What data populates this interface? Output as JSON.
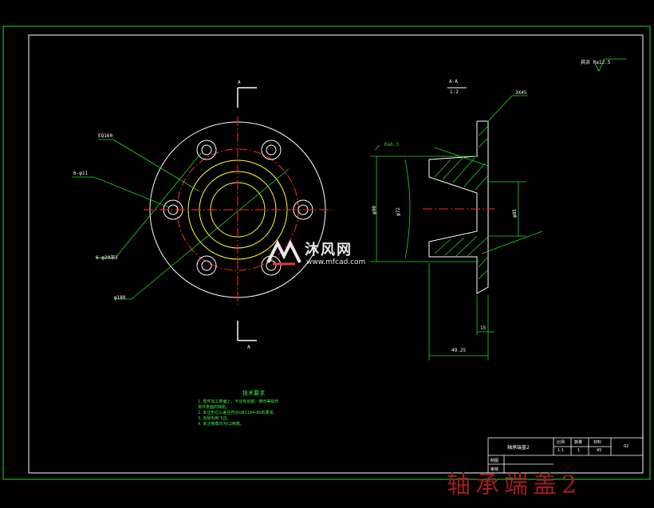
{
  "drawing": {
    "title": "轴承端盖2",
    "watermark": {
      "brand": "沐风网",
      "url": "www.mfcad.com"
    },
    "roughness_note": "其余 Ra12.5",
    "section_label": "A-A",
    "section_scale": "1:2",
    "cut_mark": "A",
    "front_view": {
      "bolt_circle": "EQ160",
      "hole_callout": "6-φ11",
      "counterbore": "6-φ20深3",
      "outer_dia": "φ180"
    },
    "section_view": {
      "chamfer": "3X45",
      "surface_mark": "Ra6.3",
      "dim_left_outer": "φ90",
      "dim_left_inner": "φ72",
      "dim_right": "φ85",
      "thickness": "15",
      "total_length": "49.25"
    },
    "requirements": {
      "title": "技术要求",
      "items": [
        "1. 零件加工表面上，不应有划痕、擦伤等损伤",
        "零件表面的缺陷。",
        "2. 未注形位公差应符合GB1184-80的要求。",
        "3. 去除毛刺飞边。",
        "4. 未注倒角均为C2倒角。"
      ]
    },
    "title_block": {
      "part_name": "轴承端盖2",
      "col_scale": "比例",
      "col_qty": "数量",
      "col_material": "材料",
      "scale": "1:1",
      "qty": "1",
      "material": "45",
      "drawn_label": "制图",
      "checked_label": "审核",
      "sheet_no": "02"
    }
  }
}
